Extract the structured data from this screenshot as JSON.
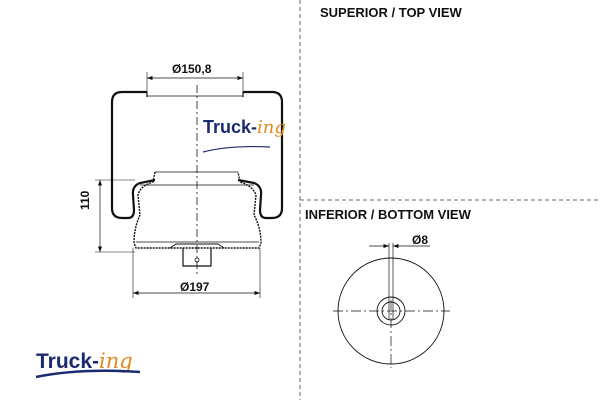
{
  "views": {
    "top_title": "SUPERIOR / TOP VIEW",
    "bottom_title": "INFERIOR / BOTTOM VIEW"
  },
  "dimensions": {
    "top_diameter": "Ø150,8",
    "bottom_diameter": "Ø197",
    "height": "110",
    "stud_diameter": "Ø8"
  },
  "brand": {
    "name_main": "Truck-",
    "name_suffix": "ing",
    "colors": {
      "navy": "#1c2a6e",
      "orange": "#e08a1e"
    }
  }
}
